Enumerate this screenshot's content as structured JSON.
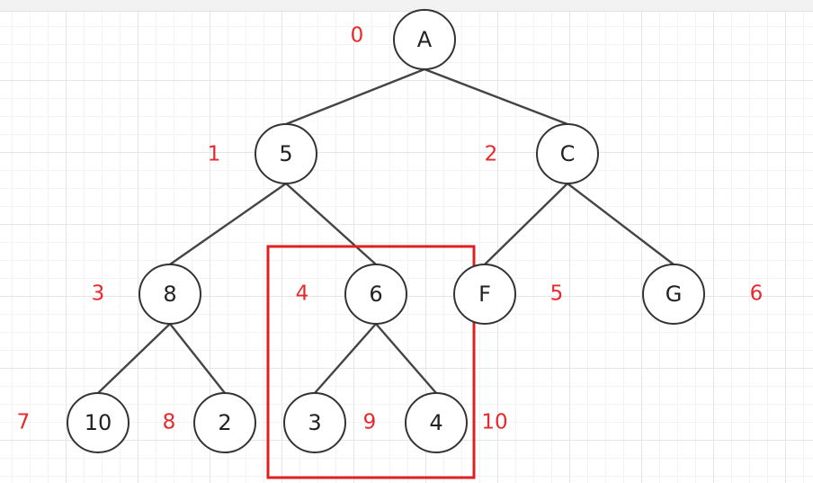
{
  "diagram": {
    "nodes": [
      {
        "id": "n0",
        "label": "A",
        "index": "0"
      },
      {
        "id": "n1",
        "label": "5",
        "index": "1"
      },
      {
        "id": "n2",
        "label": "C",
        "index": "2"
      },
      {
        "id": "n3",
        "label": "8",
        "index": "3"
      },
      {
        "id": "n4",
        "label": "6",
        "index": "4"
      },
      {
        "id": "n5",
        "label": "F",
        "index": "5"
      },
      {
        "id": "n6",
        "label": "G",
        "index": "6"
      },
      {
        "id": "n7",
        "label": "10",
        "index": "7"
      },
      {
        "id": "n8",
        "label": "2",
        "index": "8"
      },
      {
        "id": "n9",
        "label": "3",
        "index": "9"
      },
      {
        "id": "n10",
        "label": "4",
        "index": "10"
      }
    ],
    "edges": [
      [
        "n0",
        "n1"
      ],
      [
        "n0",
        "n2"
      ],
      [
        "n1",
        "n3"
      ],
      [
        "n1",
        "n4"
      ],
      [
        "n2",
        "n5"
      ],
      [
        "n2",
        "n6"
      ],
      [
        "n3",
        "n7"
      ],
      [
        "n3",
        "n8"
      ],
      [
        "n4",
        "n9"
      ],
      [
        "n4",
        "n10"
      ]
    ],
    "colors": {
      "index_text": "#e8282b",
      "highlight": "#e02020",
      "node_stroke": "#333333",
      "edge": "#444444"
    }
  }
}
